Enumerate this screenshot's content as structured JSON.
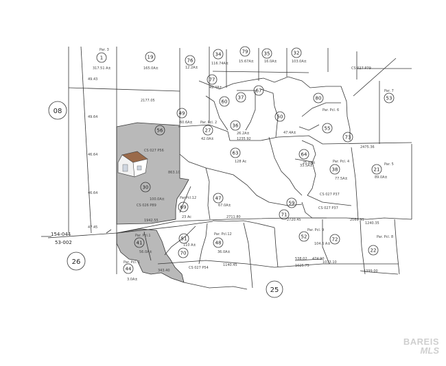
{
  "map": {
    "book_labels": {
      "left": "08",
      "bottom_left": "26",
      "bottom_center": "25"
    },
    "book_page_refs": [
      "154-044",
      "53-002"
    ],
    "parcel_numbers": [
      "1",
      "19",
      "76",
      "34",
      "79",
      "35",
      "32",
      "77",
      "60",
      "37",
      "67",
      "80",
      "53",
      "49",
      "27",
      "56",
      "50",
      "36",
      "55",
      "73",
      "63",
      "64",
      "38",
      "21",
      "30",
      "47",
      "59",
      "69",
      "71",
      "22",
      "41",
      "51",
      "48",
      "52",
      "72",
      "70",
      "44"
    ],
    "labels": [
      "317.51 A±",
      "165.0A±",
      "12.2A±",
      "116.74A±",
      "15.67A±",
      "16.0A±",
      "103.0A±",
      "49.4A±",
      "60.6A±",
      "42.0A±",
      "26.2A±",
      "47.4A±",
      "128 Ac",
      "33.5A±",
      "100.0A±",
      "67.0A±",
      "23 Ac",
      "25.8A±",
      "77.5A±",
      "89.0A±",
      "110 A±",
      "36.0A±",
      "104.6 A±",
      "56.0A±",
      "3.0A±"
    ],
    "small_labels": [
      "Par. 3",
      "Par. Pcl. 2",
      "Par.Pcl.12",
      "Par. Pcl.12",
      "Par. Pcl. 9",
      "Par. Pcl. 4",
      "Par. Pcl. 6",
      "Par. Pcl. 8",
      "Par. 7",
      "Par. Pcl.1",
      "Par. Pcl. 1",
      "Par. 5",
      "CS 027 P56",
      "CS 027 P79",
      "CS 027 P37",
      "CS 027 P37",
      "CS 026 P89",
      "CS 027 P54"
    ],
    "boundary_values": [
      "49.43",
      "49.64",
      "46.64",
      "46.64",
      "47.45",
      "2177.05",
      "1235.92",
      "2475.36",
      "1240.35",
      "2069.91",
      "2711.80",
      "1942.55",
      "1140.45",
      "1025.75",
      "1073.10",
      "1399.00",
      "538.02",
      "474.90",
      "343.40",
      "863.10",
      "2720.45"
    ],
    "highlight_color": "#b8b8b8",
    "line_color": "#333333"
  },
  "watermark": {
    "line1": "BAREIS",
    "line2": "MLS"
  }
}
